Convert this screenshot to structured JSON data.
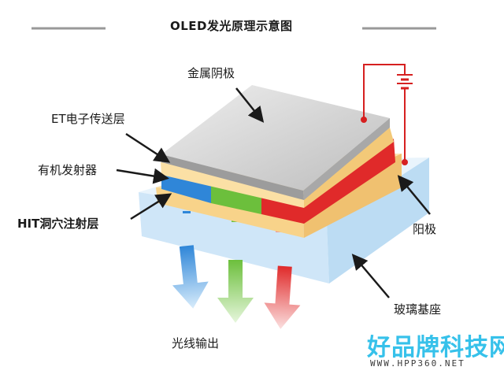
{
  "title": "OLED发光原理示意图",
  "labels": {
    "metal_cathode": "金属阴极",
    "et_layer": "ET电子传送层",
    "emitter": "有机发射器",
    "hit_layer": "HIT洞穴注射层",
    "anode": "阳极",
    "glass_substrate": "玻璃基座",
    "light_output": "光线输出"
  },
  "watermark": {
    "text": "好品牌科技网",
    "url": "WWW.HPP360.NET"
  },
  "colors": {
    "cathode": "#c8c8c8",
    "et_layer": "#f8d89a",
    "emitter_blue": "#2f86d8",
    "emitter_green": "#6cbf3c",
    "emitter_red": "#e02a2a",
    "glass": "#d6ebfa",
    "circuit": "#d62020",
    "watermark": "#36c1ea"
  },
  "icons": [
    "battery-icon",
    "arrow-icon",
    "light-arrow-icon"
  ]
}
